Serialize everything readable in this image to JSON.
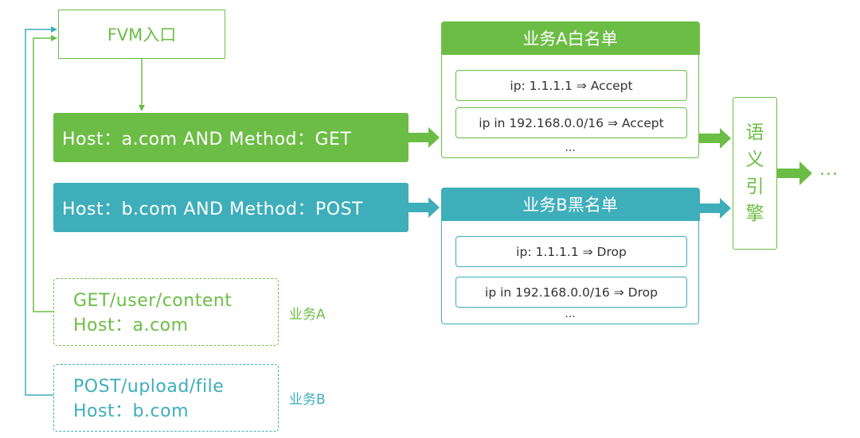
{
  "entry": {
    "label": "FVM入口"
  },
  "rules": {
    "a": "Host：a.com AND Method：GET",
    "b": "Host：b.com AND Method：POST"
  },
  "whitelist_a": {
    "title": "业务A白名单",
    "items": [
      "ip: 1.1.1.1 ⇒ Accept",
      "ip in 192.168.0.0/16 ⇒ Accept"
    ],
    "ellipsis": "..."
  },
  "blacklist_b": {
    "title": "业务B黑名单",
    "items": [
      "ip: 1.1.1.1 ⇒ Drop",
      "ip in 192.168.0.0/16 ⇒ Drop"
    ],
    "ellipsis": "..."
  },
  "engine": {
    "chars": [
      "语",
      "义",
      "引",
      "擎"
    ]
  },
  "continuation": "...",
  "requests": [
    {
      "line1": "GET/user/content",
      "line2": "Host：a.com",
      "tag": "业务A"
    },
    {
      "line1": "POST/upload/file",
      "line2": "Host：b.com",
      "tag": "业务B"
    }
  ],
  "colors": {
    "green": "#6cbd45",
    "teal": "#3eaeba"
  }
}
